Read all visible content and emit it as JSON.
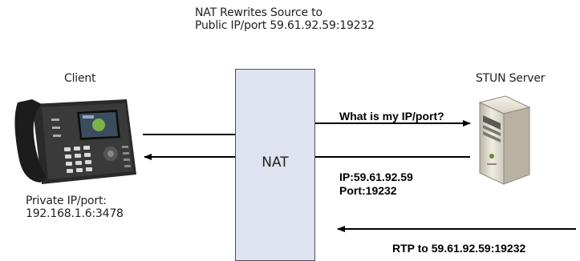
{
  "title": {
    "line1": "NAT Rewrites Source to",
    "line2": "Public IP/port 59.61.92.59:19232"
  },
  "client": {
    "label": "Client",
    "private_line1": "Private IP/port:",
    "private_line2": "192.168.1.6:3478"
  },
  "nat": {
    "label": "NAT"
  },
  "stun": {
    "label": "STUN Server"
  },
  "messages": {
    "request": "What is my IP/port?",
    "response_line1": "IP:59.61.92.59",
    "response_line2": "Port:19232",
    "rtp": "RTP to 59.61.92.59:19232"
  },
  "colors": {
    "nat_fill": "#dfe3ef",
    "arrow": "#000000"
  },
  "icons": [
    "ip-phone-icon",
    "server-icon"
  ]
}
